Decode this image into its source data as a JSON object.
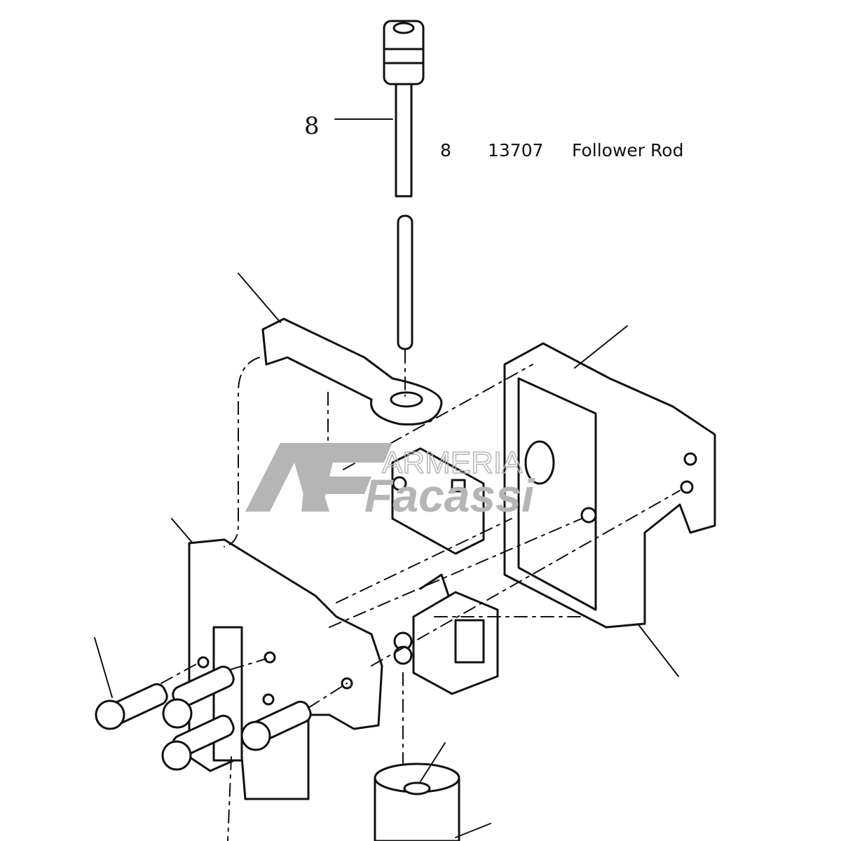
{
  "callout": {
    "number": "8"
  },
  "parts_list": [
    {
      "ref": "8",
      "part_number": "13707",
      "description": "Follower Rod"
    }
  ],
  "watermark": {
    "text": "AF ARMERIA Facassi"
  },
  "colors": {
    "line": "#111111",
    "watermark": "#b0b0b0"
  }
}
